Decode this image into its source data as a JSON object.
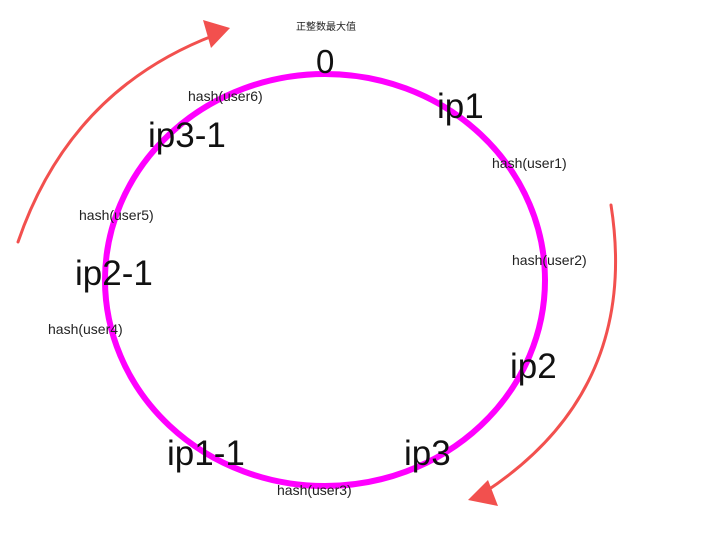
{
  "diagram": {
    "top_caption": "正整数最大值",
    "zero_label": "0",
    "nodes": {
      "ip1": "ip1",
      "ip2": "ip2",
      "ip3": "ip3",
      "ip1_1": "ip1-1",
      "ip2_1": "ip2-1",
      "ip3_1": "ip3-1"
    },
    "hashes": {
      "user1": "hash(user1)",
      "user2": "hash(user2)",
      "user3": "hash(user3)",
      "user4": "hash(user4)",
      "user5": "hash(user5)",
      "user6": "hash(user6)"
    },
    "colors": {
      "ring": "#ff00ff",
      "arrow": "#f2504e",
      "text": "#111111"
    }
  }
}
